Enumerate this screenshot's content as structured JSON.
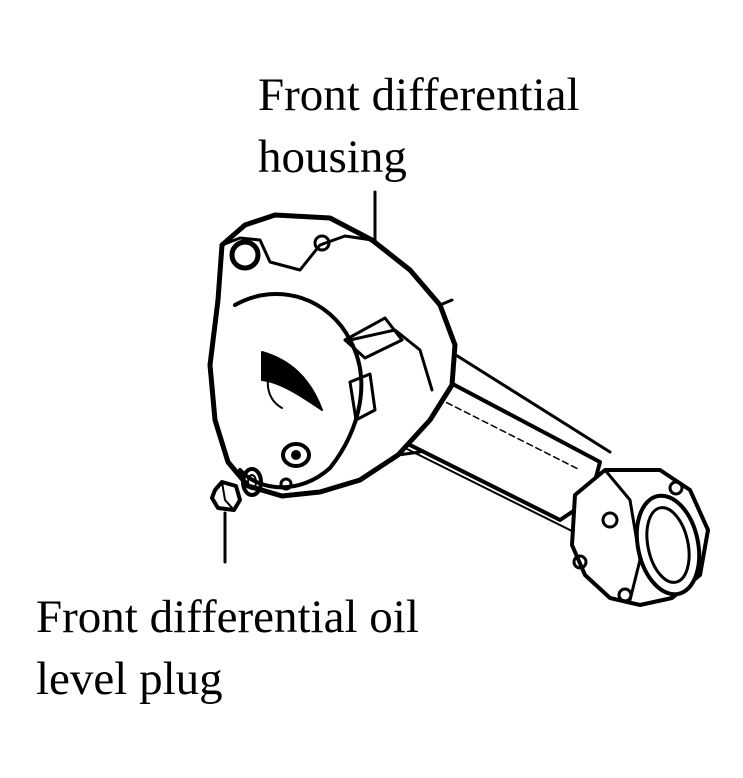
{
  "labels": {
    "housing": {
      "line1": "Front differential",
      "line2": "housing"
    },
    "plug": {
      "line1": "Front differential oil",
      "line2": "level plug"
    }
  },
  "colors": {
    "ink": "#000000",
    "paper": "#ffffff"
  }
}
